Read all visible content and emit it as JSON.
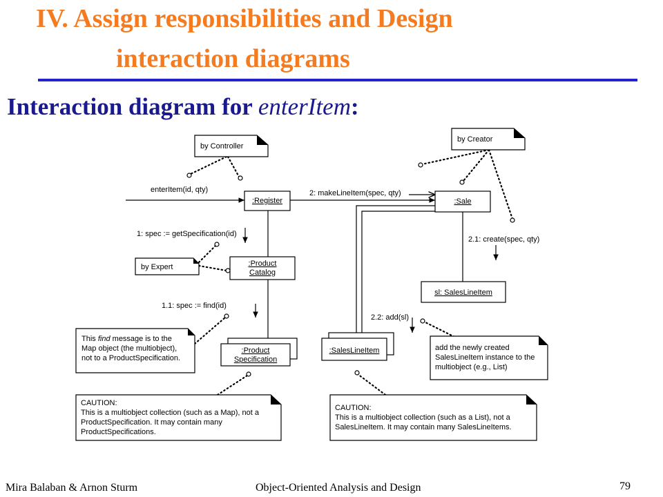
{
  "slide": {
    "title_line1": "IV. Assign responsibilities and Design",
    "title_line2": "interaction diagrams",
    "subtitle_main": "Interaction diagram for ",
    "subtitle_italic": "enterItem",
    "subtitle_colon": ":"
  },
  "diagram": {
    "objects": {
      "register": ":Register",
      "sale": ":Sale",
      "product_catalog_1": ":Product",
      "product_catalog_2": "Catalog",
      "product_spec_1": ":Product",
      "product_spec_2": "Specification",
      "sales_line_item_multi": ":SalesLineItem",
      "sl": "sl: SalesLineItem"
    },
    "messages": {
      "enter_item": "enterItem(id, qty)",
      "make_line_item": "2: makeLineItem(spec, qty)",
      "get_spec": "1: spec := getSpecification(id)",
      "find": "1.1: spec := find(id)",
      "create": "2.1: create(spec, qty)",
      "add": "2.2: add(sl)"
    },
    "notes": {
      "by_controller": "by Controller",
      "by_creator": "by Creator",
      "by_expert": "by Expert",
      "find_note_1a": "This ",
      "find_note_1b": "find",
      "find_note_1c": " message is to the",
      "find_note_2": "Map object (the multiobject),",
      "find_note_3": "not to a ProductSpecification.",
      "add_note_1": "add the newly created",
      "add_note_2": "SalesLineItem instance to the",
      "add_note_3": "multiobject (e.g., List)",
      "caution_left_1": "CAUTION:",
      "caution_left_2": "This is a multiobject collection (such as a Map), not a",
      "caution_left_3": "ProductSpecification. It may contain many",
      "caution_left_4": "ProductSpecifications.",
      "caution_right_1": "CAUTION:",
      "caution_right_2": "This is a multiobject collection (such as a List), not a",
      "caution_right_3": "SalesLineItem. It may contain many SalesLineItems."
    }
  },
  "footer": {
    "authors": "Mira Balaban  &  Arnon Sturm",
    "course": "Object-Oriented Analysis and Design",
    "page": "79"
  }
}
